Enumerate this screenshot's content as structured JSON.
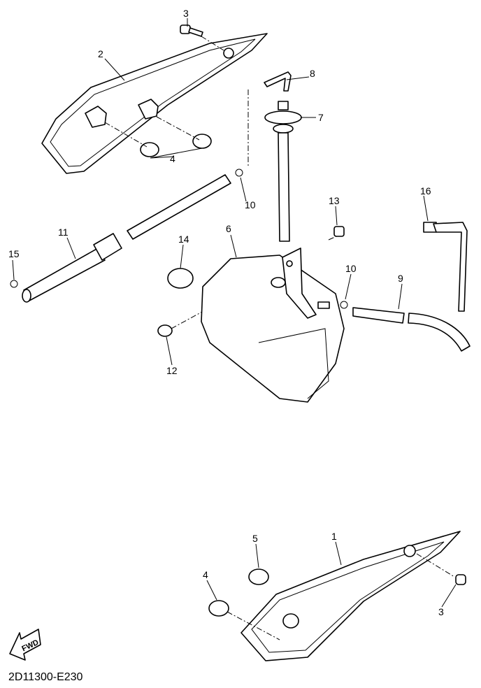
{
  "diagram": {
    "callouts": [
      "3",
      "2",
      "8",
      "7",
      "4",
      "10",
      "16",
      "13",
      "6",
      "11",
      "14",
      "15",
      "10",
      "9",
      "12",
      "5",
      "1",
      "4",
      "3"
    ],
    "fwd_label": "FWD",
    "code": "2D11300-E230"
  }
}
